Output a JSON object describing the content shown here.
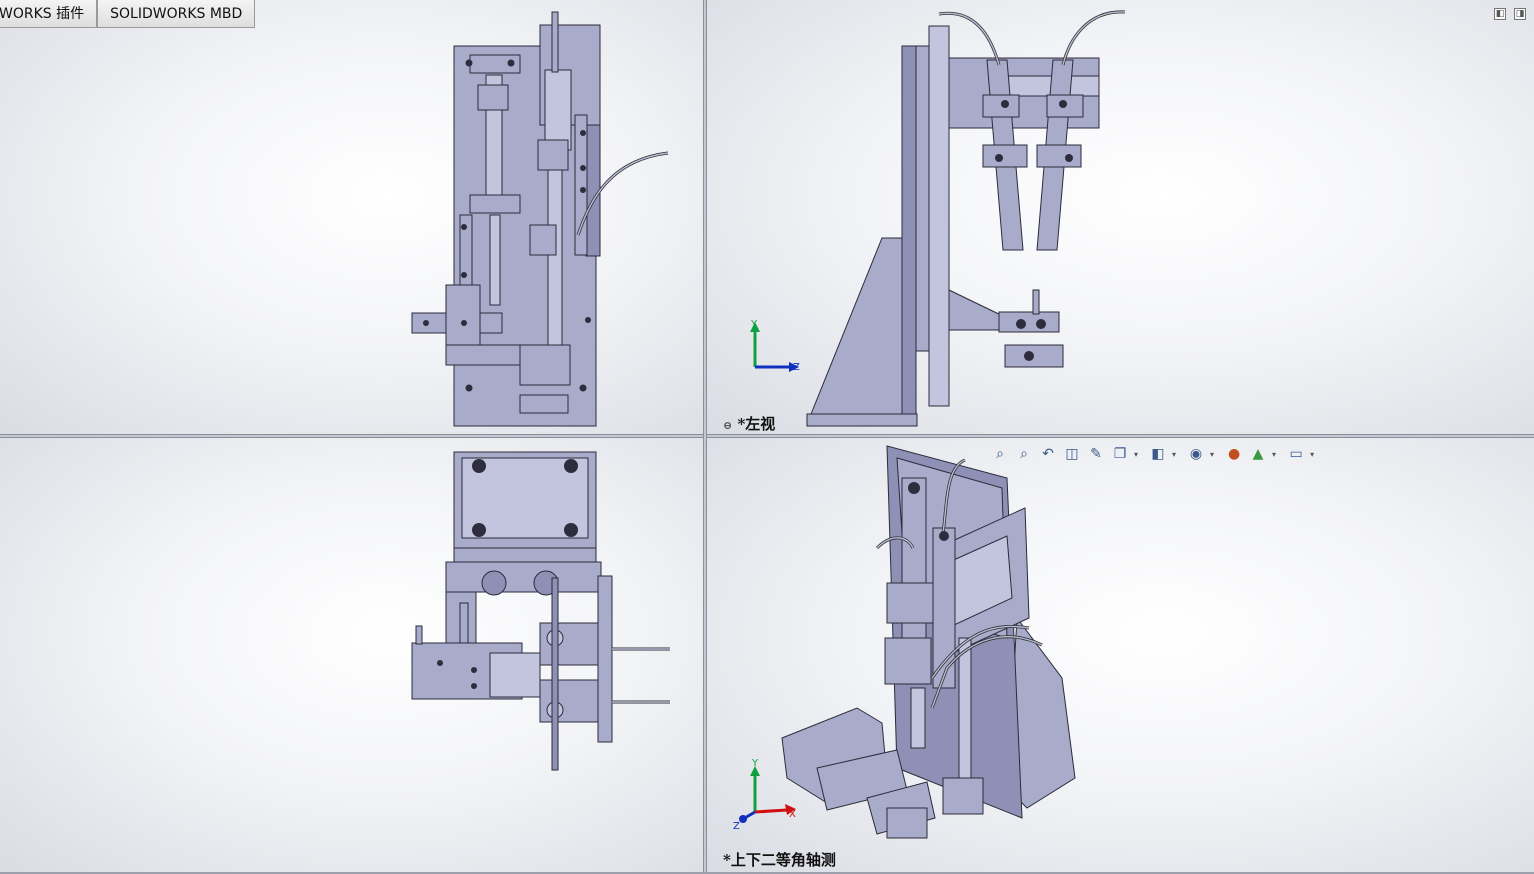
{
  "tabs": [
    {
      "label": "WORKS 插件"
    },
    {
      "label": "SOLIDWORKS MBD"
    }
  ],
  "viewports": {
    "top_right": {
      "label": "*左视",
      "axis_y": "Y",
      "axis_z": "Z"
    },
    "bottom_right": {
      "label": "*上下二等角轴测",
      "axis_y": "Y",
      "axis_x": "X",
      "axis_z": "Z"
    }
  },
  "hud_icons": [
    "zoom-to-fit-icon",
    "zoom-area-icon",
    "previous-view-icon",
    "section-view-icon",
    "dynamic-annotation-icon",
    "view-orientation-icon",
    "display-style-icon",
    "hide-show-icon",
    "edit-appearance-icon",
    "apply-scene-icon",
    "view-settings-icon"
  ],
  "colors": {
    "part": "#a9abcb",
    "axis_x": "#d01010",
    "axis_y": "#10a040",
    "axis_z": "#1030c0"
  }
}
